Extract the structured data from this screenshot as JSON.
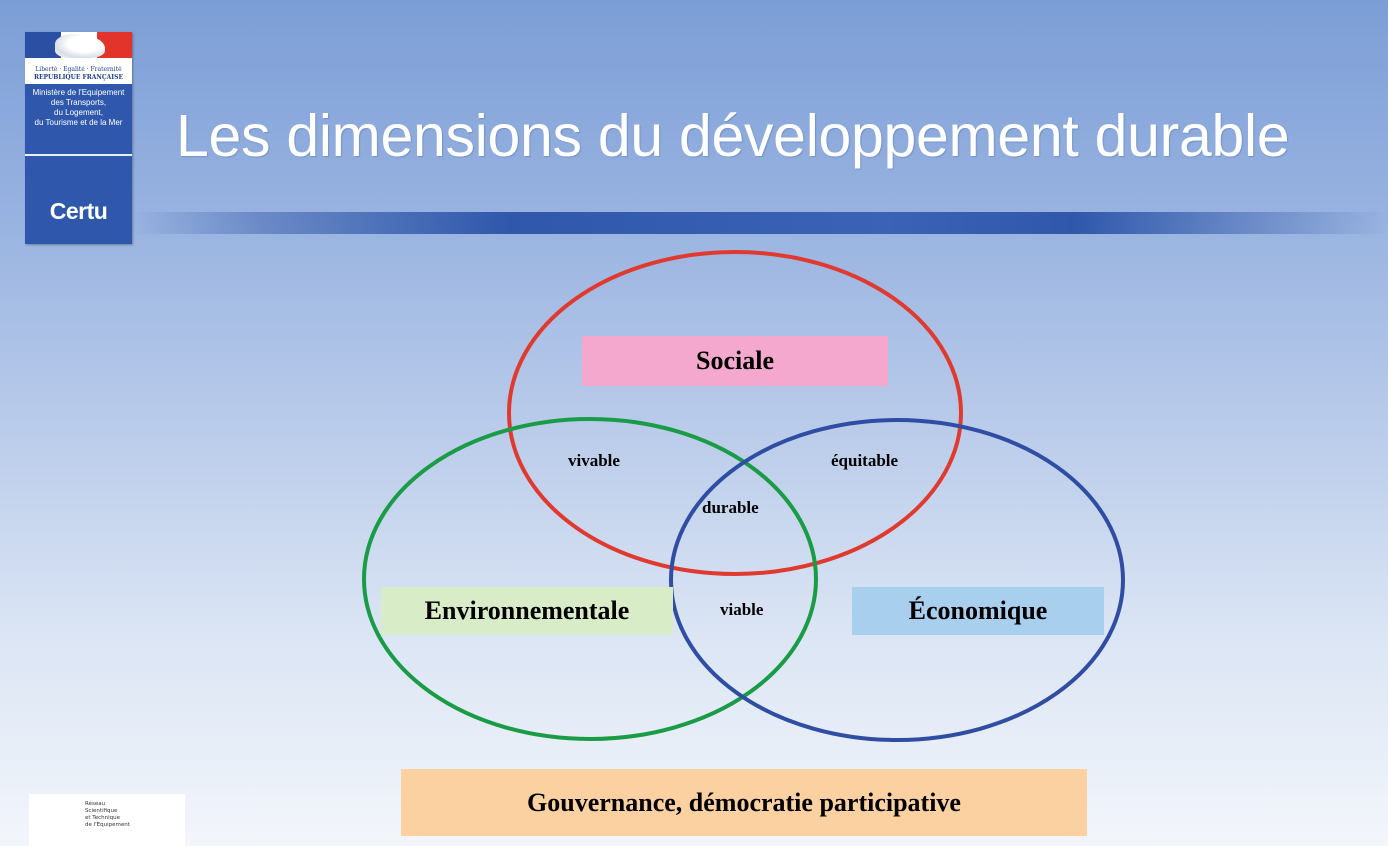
{
  "logo": {
    "motto": "Liberté · Égalité · Fraternité",
    "republic": "RÉPUBLIQUE FRANÇAISE",
    "ministry": "Ministère de l'Equipement\ndes Transports,\ndu Logement,\ndu Tourisme et de la Mer",
    "brand": "Certu"
  },
  "title": "Les dimensions du développement durable",
  "diagram": {
    "circles": [
      {
        "name": "Sociale",
        "color": "#e03a2e"
      },
      {
        "name": "Environnementale",
        "color": "#1a9b45"
      },
      {
        "name": "Économique",
        "color": "#2f4ea3"
      }
    ],
    "labels": {
      "sociale": "Sociale",
      "environnementale": "Environnementale",
      "economique": "Économique",
      "vivable": "vivable",
      "equitable": "équitable",
      "durable": "durable",
      "viable": "viable"
    },
    "box_colors": {
      "sociale": "#f4a8cd",
      "environnementale": "#d8ecc7",
      "economique": "#a9cfee",
      "gouvernance": "#fbd1a1"
    }
  },
  "footer": {
    "gouvernance": "Gouvernance, démocratie participative",
    "network": "Réseau\nScientifique\net Technique\nde l'Equipement"
  }
}
